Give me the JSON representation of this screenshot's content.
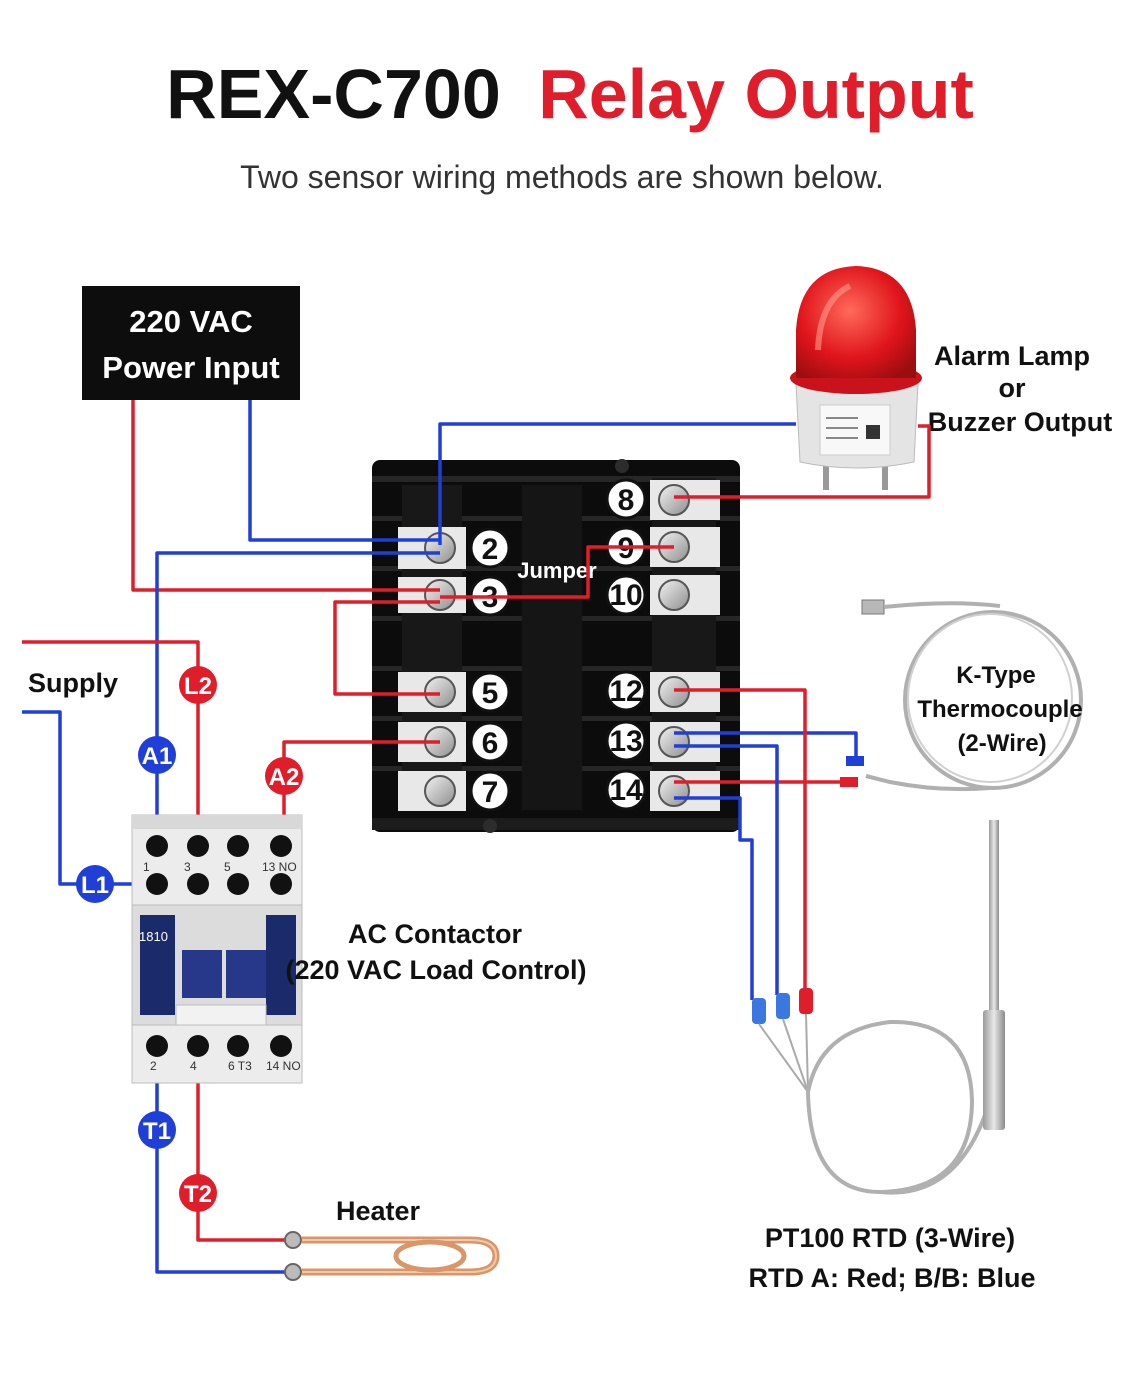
{
  "title": {
    "part1": "REX-C700",
    "part2": "Relay Output"
  },
  "subtitle": "Two sensor wiring methods are shown below.",
  "power_input": {
    "line1": "220 VAC",
    "line2": "Power Input"
  },
  "alarm": {
    "line1": "Alarm Lamp",
    "line2": "or",
    "line3": "Buzzer Output"
  },
  "terminals": {
    "left": [
      "2",
      "3",
      "5",
      "6",
      "7"
    ],
    "right": [
      "8",
      "9",
      "10",
      "12",
      "13",
      "14"
    ],
    "jumper_label": "Jumper"
  },
  "supply_label": "Supply",
  "badges": {
    "l2": "L2",
    "a1": "A1",
    "a2": "A2",
    "l1": "L1",
    "t1": "T1",
    "t2": "T2"
  },
  "contactor": {
    "line1": "AC Contactor",
    "line2": "(220 VAC Load Control)",
    "model": "1810",
    "top_pins": [
      "1",
      "3",
      "5",
      "13 NO"
    ],
    "bottom_pins": [
      "2",
      "4",
      "6 T3",
      "14 NO"
    ]
  },
  "heater_label": "Heater",
  "thermocouple": {
    "line1": "K-Type",
    "line2": "Thermocouple",
    "line3": "(2-Wire)"
  },
  "rtd": {
    "line1": "PT100 RTD  (3-Wire)",
    "line2": "RTD A: Red; B/B: Blue"
  },
  "colors": {
    "red": "#e01e2b",
    "blue": "#1f3fd6",
    "black": "#111111"
  }
}
